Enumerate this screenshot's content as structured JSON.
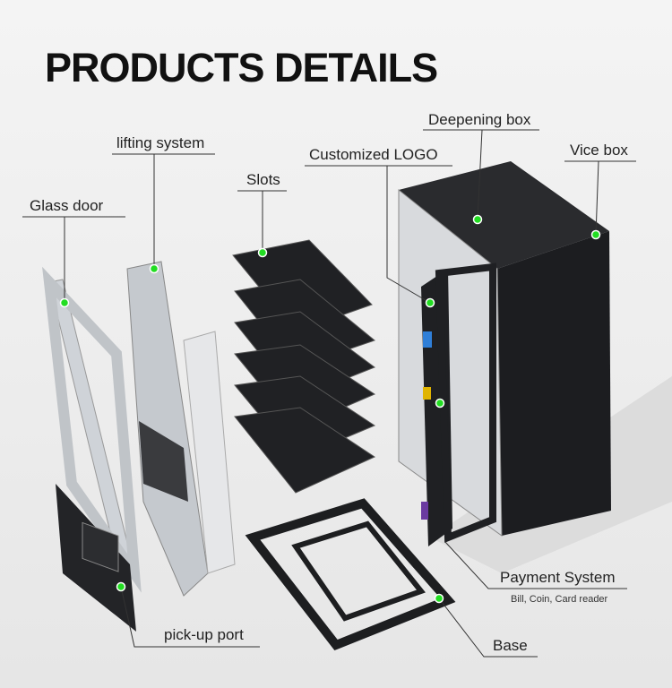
{
  "title": "PRODUCTS DETAILS",
  "labels": {
    "glass_door": "Glass door",
    "lifting_system": "lifting system",
    "slots": "Slots",
    "customized_logo": "Customized LOGO",
    "deepening_box": "Deepening box",
    "vice_box": "Vice box",
    "payment_system": "Payment System",
    "payment_sub": "Bill, Coin,  Card reader",
    "pickup_port": "pick-up port",
    "base": "Base"
  },
  "colors": {
    "marker": "#22dd22",
    "machine": "#1e1f22",
    "frame": "#c9ccd0"
  }
}
